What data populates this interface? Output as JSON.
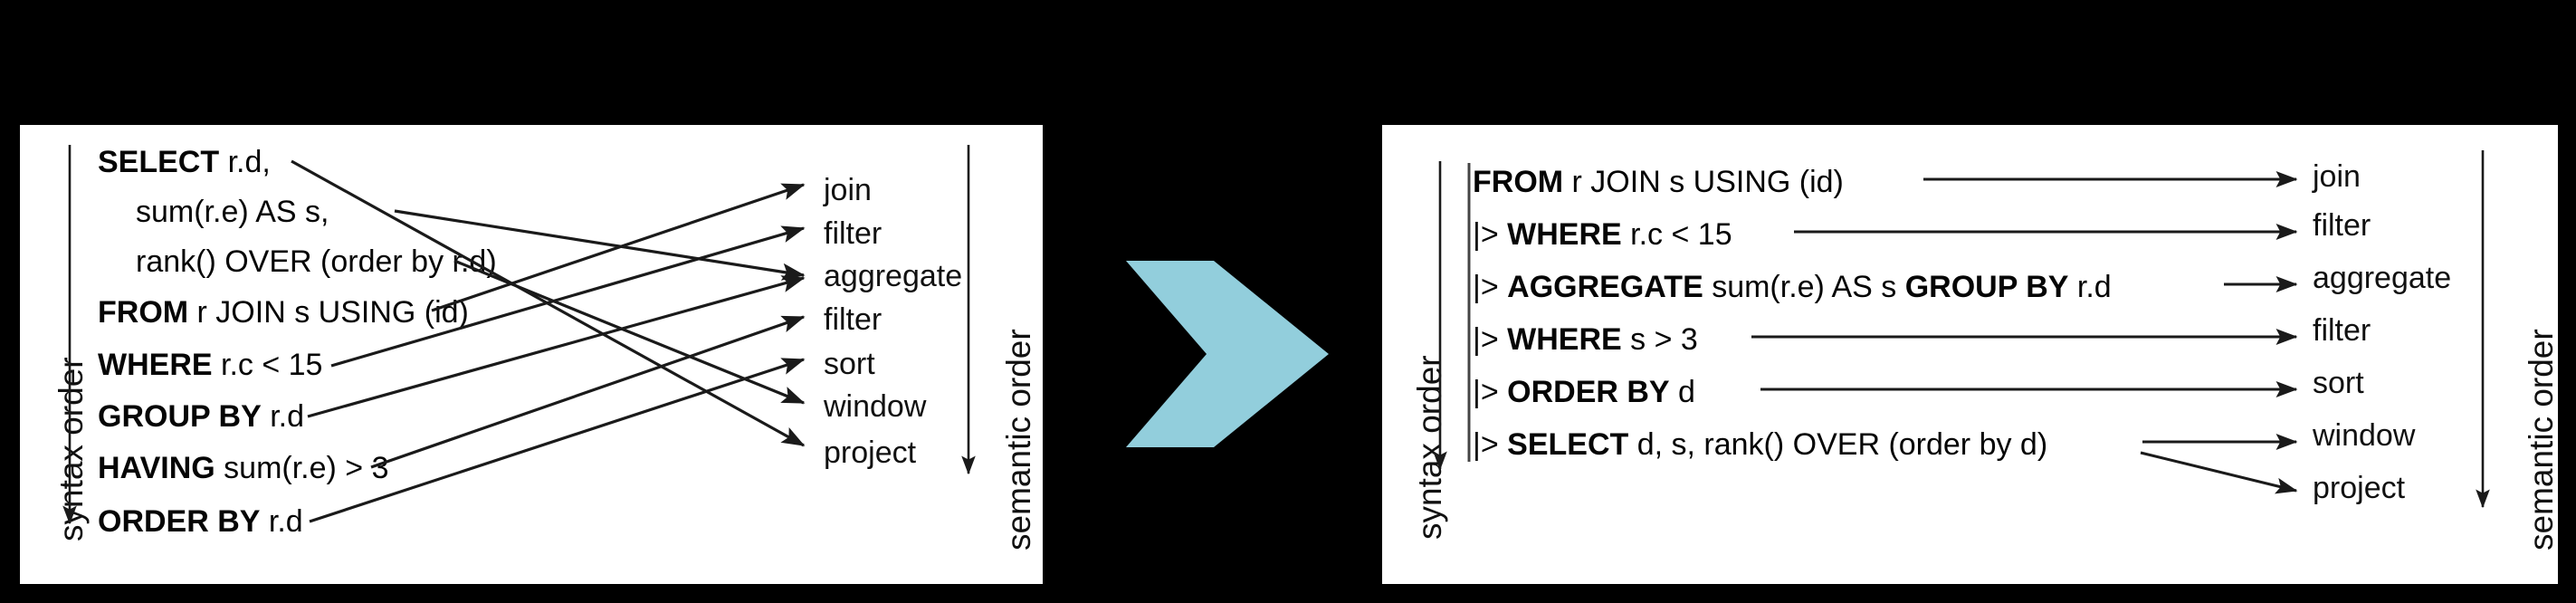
{
  "figure": {
    "background_color": "#000000",
    "panel_color": "#ffffff",
    "chevron_color": "#92CEDC",
    "ink_color": "#111111"
  },
  "chevron": {
    "name": "right-chevron"
  },
  "left_panel": {
    "axis_left_label": "syntax order",
    "axis_right_label": "semantic order",
    "clauses": [
      {
        "keyword": "SELECT",
        "rest": " r.d,",
        "indent": false
      },
      {
        "keyword": "",
        "rest": "sum(r.e) AS s,",
        "indent": true
      },
      {
        "keyword": "",
        "rest": "rank() OVER (order by r.d)",
        "indent": true
      },
      {
        "keyword": "FROM",
        "rest": " r JOIN s USING (id)",
        "indent": false
      },
      {
        "keyword": "WHERE",
        "rest": " r.c < 15",
        "indent": false
      },
      {
        "keyword": "GROUP BY",
        "rest": " r.d",
        "indent": false
      },
      {
        "keyword": "HAVING",
        "rest": " sum(r.e) > 3",
        "indent": false
      },
      {
        "keyword": "ORDER BY",
        "rest": " r.d",
        "indent": false
      }
    ],
    "semantic_ops": [
      "join",
      "filter",
      "aggregate",
      "filter",
      "sort",
      "window",
      "project"
    ]
  },
  "right_panel": {
    "axis_left_label": "syntax order",
    "axis_right_label": "semantic order",
    "clauses": [
      {
        "pipe": "",
        "keyword": "FROM",
        "rest": " r JOIN s USING (id)"
      },
      {
        "pipe": "|> ",
        "keyword": "WHERE",
        "rest": " r.c < 15"
      },
      {
        "pipe": "|> ",
        "keyword": "AGGREGATE",
        "rest": " sum(r.e) AS s ",
        "keyword2": "GROUP BY",
        "rest2": " r.d"
      },
      {
        "pipe": "|> ",
        "keyword": "WHERE",
        "rest": " s > 3"
      },
      {
        "pipe": "|> ",
        "keyword": "ORDER BY",
        "rest": " d"
      },
      {
        "pipe": "|> ",
        "keyword": "SELECT",
        "rest": " d, s, rank() OVER (order by d)"
      }
    ],
    "semantic_ops": [
      "join",
      "filter",
      "aggregate",
      "filter",
      "sort",
      "window",
      "project"
    ]
  }
}
